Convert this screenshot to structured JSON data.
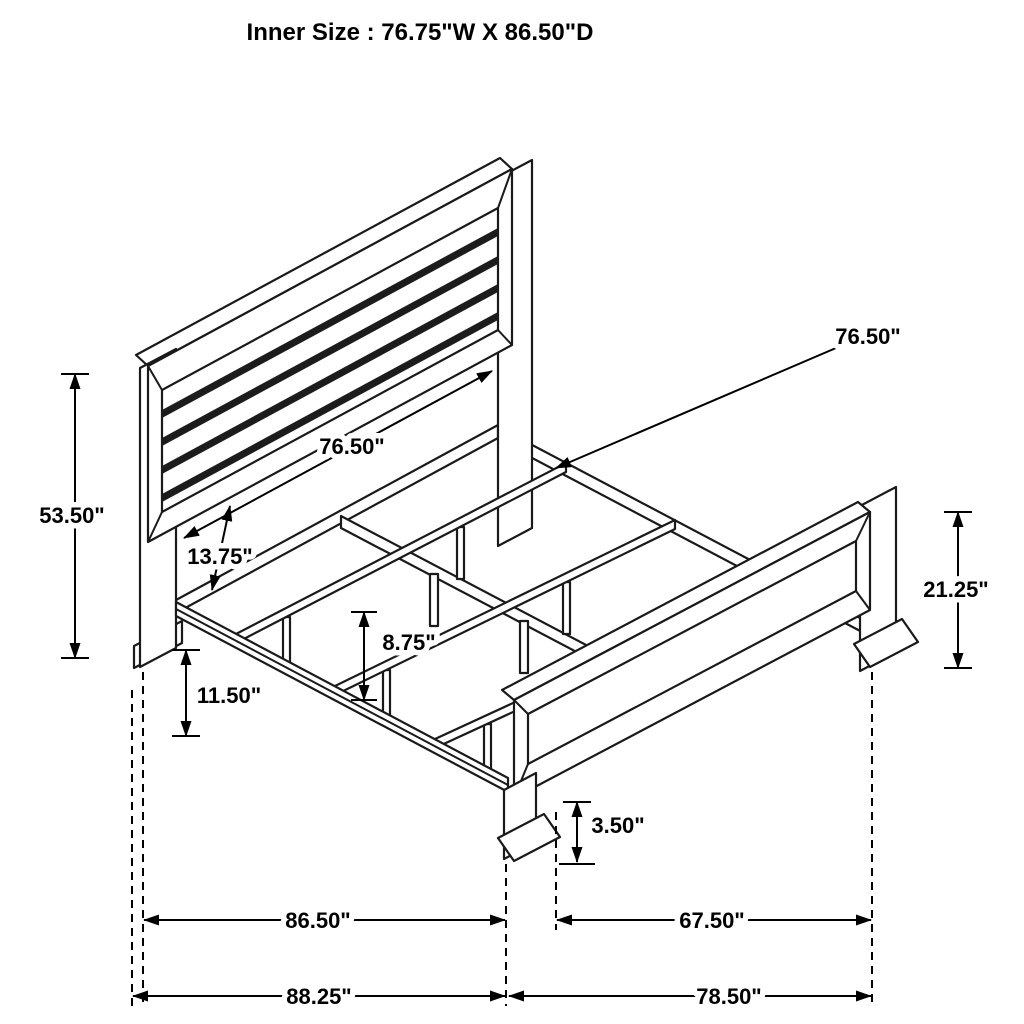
{
  "title": "Inner Size : 76.75\"W X 86.50\"D",
  "colors": {
    "line": "#1a1a1a",
    "background": "#ffffff",
    "slat_gap_fill": "#1c1c1c"
  },
  "dims": {
    "headboard_height": "53.50\"",
    "headboard_width": "76.50\"",
    "slat_length": "76.50\"",
    "headboard_panel_offset": "13.75\"",
    "footboard_height": "21.25\"",
    "slat_leg_height": "8.75\"",
    "rail_height": "11.50\"",
    "foot_height": "3.50\"",
    "side_rail_length": "86.50\"",
    "footboard_width": "67.50\"",
    "overall_length": "88.25\"",
    "overall_width": "78.50\""
  }
}
